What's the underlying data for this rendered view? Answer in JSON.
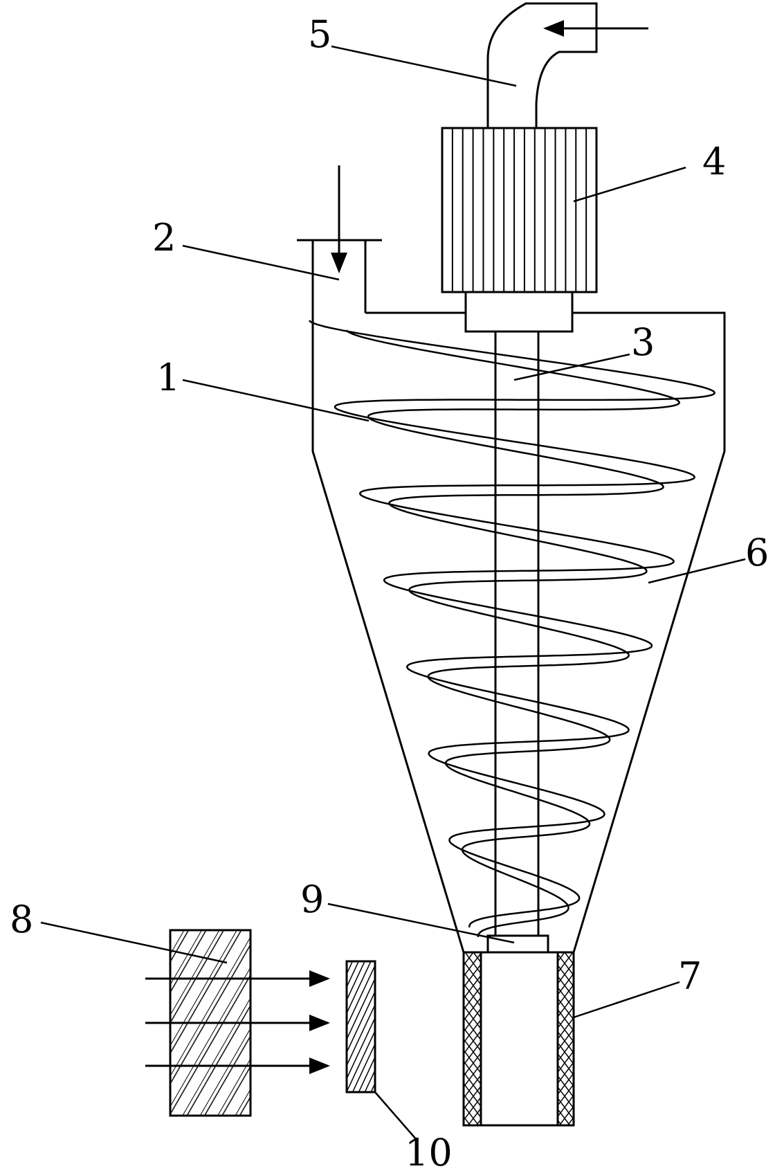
{
  "labels": {
    "vessel": "1",
    "feed_inlet": "2",
    "shaft": "3",
    "motor": "4",
    "gas_pipe": "5",
    "spiral_blade": "6",
    "outlet_tube": "7",
    "light_source": "8",
    "bearing": "9",
    "filter_plate": "10"
  },
  "colors": {
    "line": "#000000",
    "background": "#ffffff"
  }
}
